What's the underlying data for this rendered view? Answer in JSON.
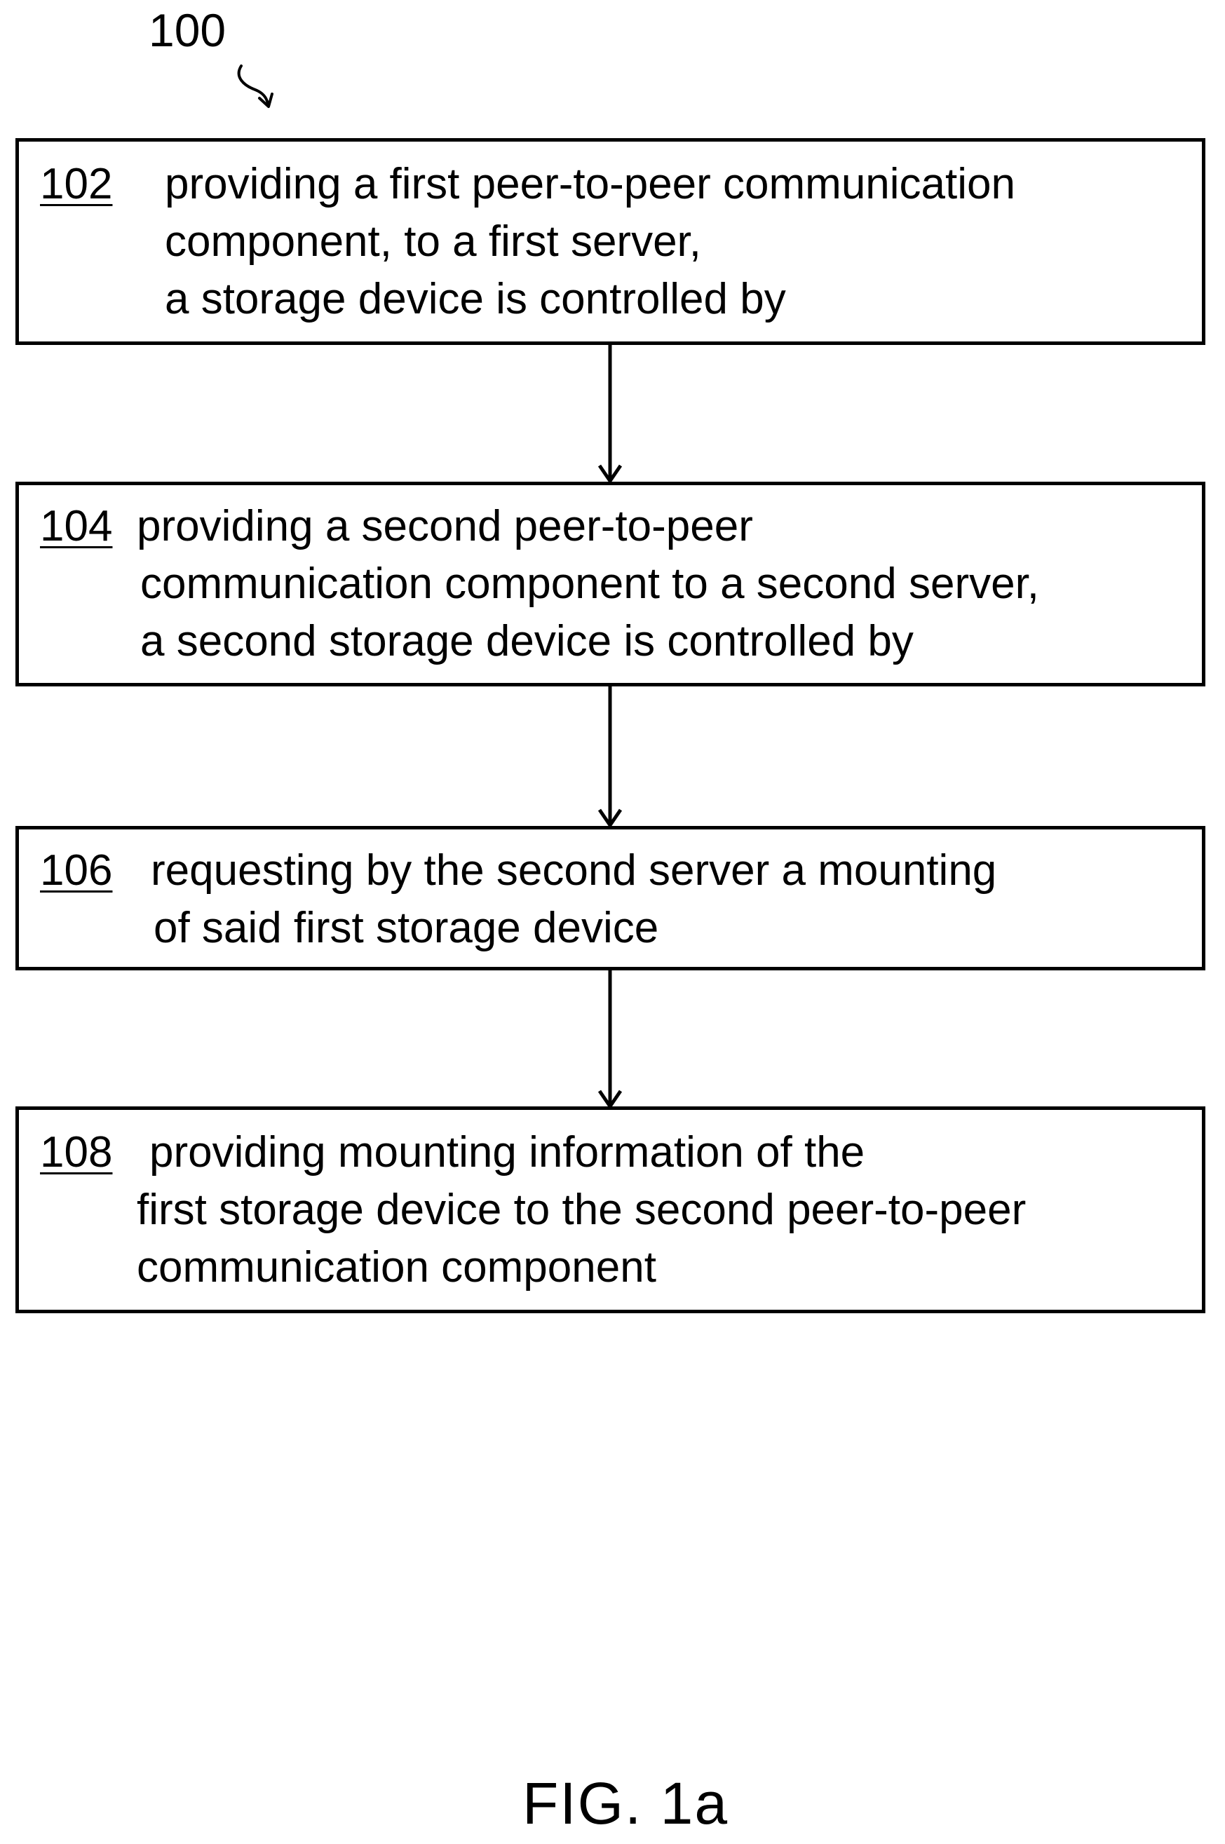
{
  "figure": {
    "reference_number": "100",
    "caption": "FIG. 1a"
  },
  "steps": [
    {
      "id": "102",
      "lines": [
        "providing a first peer-to-peer communication",
        "component, to a first server,",
        "a storage device is controlled by"
      ]
    },
    {
      "id": "104",
      "lines": [
        "providing a second peer-to-peer",
        "communication component to a second server,",
        "a second storage device is controlled by"
      ]
    },
    {
      "id": "106",
      "lines": [
        "requesting by the second server a mounting",
        "of said first storage device"
      ]
    },
    {
      "id": "108",
      "lines": [
        "providing mounting information of the",
        "first storage device to the second peer-to-peer",
        "communication component"
      ]
    }
  ]
}
